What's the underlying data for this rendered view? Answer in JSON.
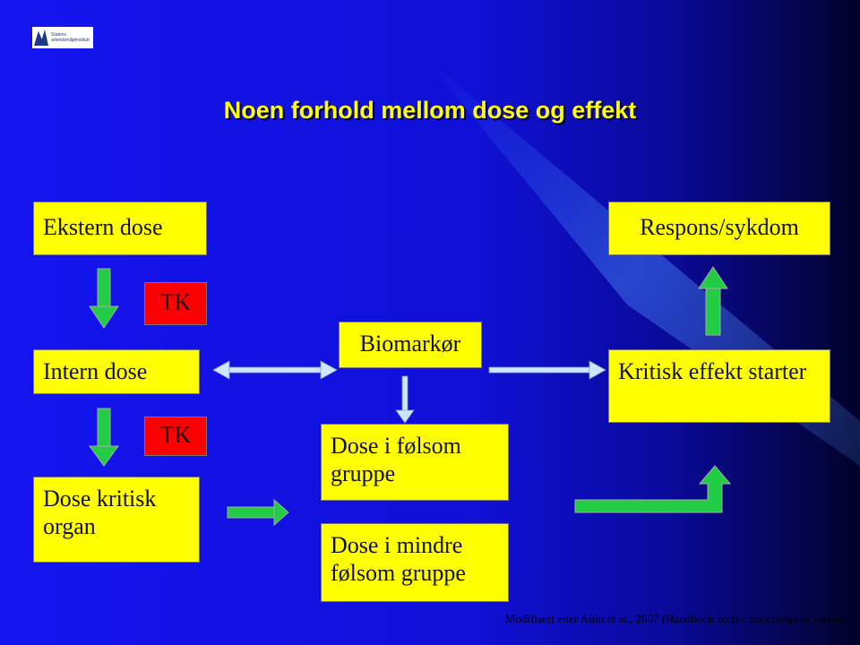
{
  "logo": {
    "text": "Statens\narbeidsmiljøinstitutt"
  },
  "title": "Noen forhold mellom dose og effekt",
  "boxes": {
    "ekstern": "Ekstern dose",
    "respons": "Respons/sykdom",
    "tk1": "TK",
    "intern": "Intern dose",
    "tk2": "TK",
    "kritisk_organ": "Dose kritisk organ",
    "biomarkor": "Biomarkør",
    "kritisk_effekt": "Kritisk effekt starter",
    "folsom": "Dose i følsom gruppe",
    "mindre_folsom": "Dose i mindre følsom gruppe"
  },
  "credit": "Modifisert etter Aitio et al., 2007 (Handbook on the toxicology of metals",
  "colors": {
    "box": "#ffff00",
    "tk": "#ff0000",
    "arrow": "#22cc44",
    "light_arrow": "#cfe6ff"
  }
}
